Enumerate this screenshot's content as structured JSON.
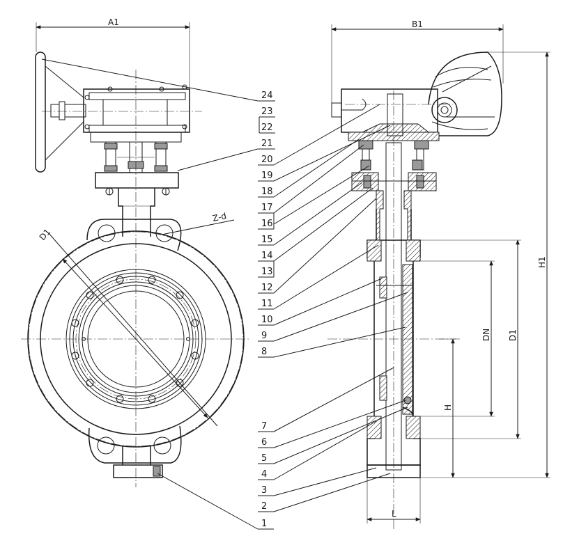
{
  "dimensions": {
    "A1": "A1",
    "B1": "B1",
    "H1": "H1",
    "D1_left": "D1",
    "D1_right": "D1",
    "DN": "DN",
    "H": "H",
    "L": "L",
    "Zd": "Z-d"
  },
  "part_numbers": {
    "p1": "1",
    "p2": "2",
    "p3": "3",
    "p4": "4",
    "p5": "5",
    "p6": "6",
    "p7": "7",
    "p8": "8",
    "p9": "9",
    "p10": "10",
    "p11": "11",
    "p12": "12",
    "p13": "13",
    "p14": "14",
    "p15": "15",
    "p16": "16",
    "p17": "17",
    "p18": "18",
    "p19": "19",
    "p20": "20",
    "p21": "21",
    "p22": "22",
    "p23": "23",
    "p24": "24"
  },
  "colors": {
    "line": "#1a1a1a",
    "background": "#ffffff",
    "fill_gray": "#9a9a9a"
  }
}
